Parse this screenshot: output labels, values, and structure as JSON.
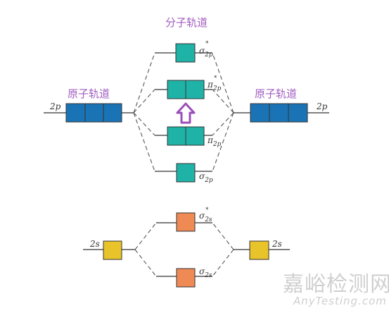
{
  "labels": {
    "molecular_orbital": "分子轨道",
    "atomic_orbital_left": "原子轨道",
    "atomic_orbital_right": "原子轨道"
  },
  "orbitals": {
    "left_2p": "2p",
    "right_2p": "2p",
    "left_2s": "2s",
    "right_2s": "2s",
    "sigma_2p_star": {
      "base": "σ",
      "sub": "2p",
      "sup": "*"
    },
    "pi_2p_star": {
      "base": "π",
      "sub": "2p",
      "sup": "*"
    },
    "pi_2p": {
      "base": "π",
      "sub": "2p"
    },
    "sigma_2p": {
      "base": "σ",
      "sub": "2p"
    },
    "sigma_2s_star": {
      "base": "σ",
      "sub": "2s",
      "sup": "*"
    },
    "sigma_2s": {
      "base": "σ",
      "sub": "2s"
    }
  },
  "watermark": {
    "cn": "嘉峪检测网",
    "en": "AnyTesting.com"
  },
  "colors": {
    "atomic_2p": "#1a73b5",
    "molecular_2p": "#1fb3a8",
    "sigma_2s": "#f08a55",
    "atomic_2s": "#e8c32a",
    "arrow": "#9b4fb8",
    "label_purple": "#a05cc0"
  }
}
